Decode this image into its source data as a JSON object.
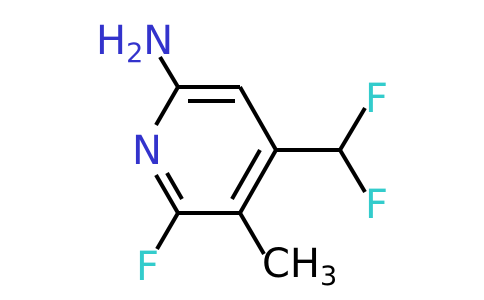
{
  "molecule": {
    "atoms": {
      "amine": "H2N",
      "amine_h": "H",
      "amine_sub": "2",
      "amine_n": "N",
      "ring_n": "N",
      "fluoro_ring": "F",
      "fluoro_top": "F",
      "fluoro_bottom": "F",
      "methyl": "CH3",
      "methyl_c": "CH",
      "methyl_sub": "3"
    }
  }
}
